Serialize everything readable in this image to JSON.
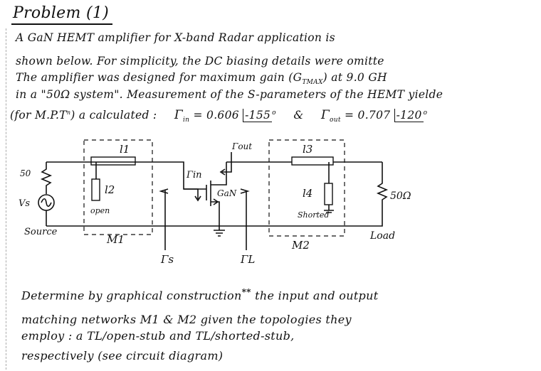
{
  "title": "Problem (1)",
  "paragraph": {
    "line1": "A GaN HEMT amplifier for X-band Radar application is",
    "line2": "shown below. For simplicity, the DC biasing details were omitte",
    "line3": "The amplifier was designed for maximum gain (G",
    "line3_sub": "TMAX",
    "line3_end": ") at 9.0 GH",
    "line4": "in a \"50Ω system\". Measurement of the S-parameters of the HEMT yielde",
    "line5_a": "(for M.P.T",
    "line5_sup": "n",
    "line5_b": ") a calculated :",
    "gamma_in_label": "in",
    "gamma_in_value": "= 0.606",
    "gamma_in_angle": "-155",
    "gamma_in_deg": "o",
    "amp": "&",
    "gamma_out_label": "out",
    "gamma_out_value": "= 0.707",
    "gamma_out_angle": "-120",
    "gamma_out_deg": "o"
  },
  "circuit": {
    "source_resistor": "50",
    "vs_label": "Vs",
    "source_label": "Source",
    "l1": "l1",
    "l2": "l2",
    "open_label": "open",
    "m1_label": "M1",
    "gamma_s_label": "Γs",
    "gamma_in_label": "Γin",
    "gamma_out_label": "Γout",
    "device_label": "GaN",
    "gamma_l_label": "ΓL",
    "l3": "l3",
    "l4": "l4",
    "shorted_label": "Shorted",
    "m2_label": "M2",
    "load_resistor": "50Ω",
    "load_label": "Load"
  },
  "question": {
    "line1_a": "Determine by graphical construction",
    "line1_mark": "**",
    "line1_b": "the input and output",
    "line2": "matching networks M1 & M2 given the topologies they",
    "line3": "employ : a TL/open-stub and TL/shorted-stub,",
    "line4": "respectively (see circuit diagram)"
  }
}
